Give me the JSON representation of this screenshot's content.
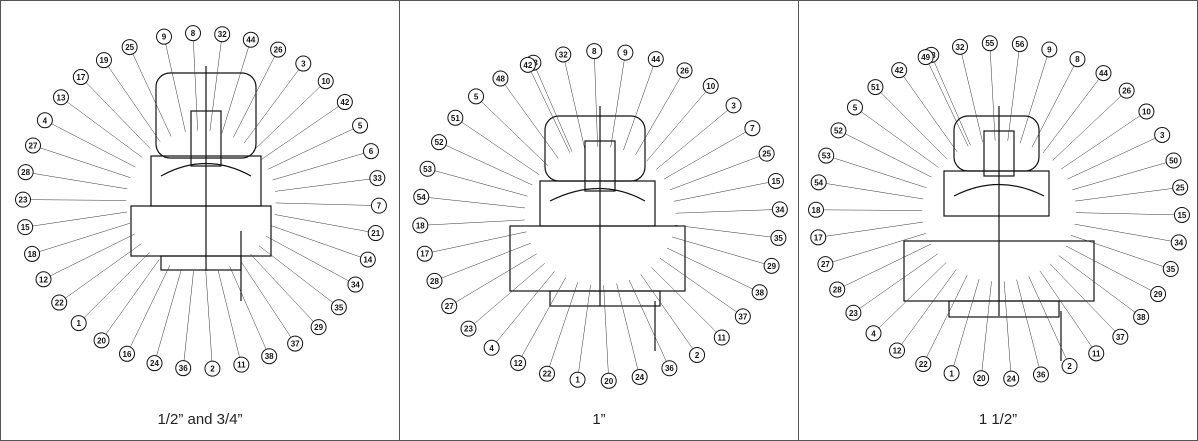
{
  "panels": [
    {
      "caption": "1/2” and 3/4”",
      "callouts": [
        "9",
        "8",
        "32",
        "44",
        "26",
        "3",
        "10",
        "42",
        "5",
        "6",
        "33",
        "7",
        "21",
        "14",
        "34",
        "35",
        "29",
        "37",
        "38",
        "11",
        "2",
        "36",
        "24",
        "16",
        "20",
        "1",
        "22",
        "12",
        "18",
        "15",
        "23",
        "28",
        "27",
        "4",
        "13",
        "17",
        "19",
        "25"
      ]
    },
    {
      "caption": "1”",
      "callouts": [
        "33",
        "32",
        "8",
        "9",
        "44",
        "26",
        "10",
        "3",
        "7",
        "25",
        "15",
        "34",
        "35",
        "29",
        "38",
        "37",
        "11",
        "2",
        "36",
        "24",
        "20",
        "1",
        "22",
        "12",
        "4",
        "23",
        "27",
        "28",
        "17",
        "18",
        "54",
        "53",
        "52",
        "51",
        "5",
        "48",
        "42"
      ]
    },
    {
      "caption": "1 1/2”",
      "callouts": [
        "33",
        "32",
        "55",
        "56",
        "9",
        "8",
        "44",
        "26",
        "10",
        "3",
        "50",
        "25",
        "15",
        "34",
        "35",
        "29",
        "38",
        "37",
        "11",
        "2",
        "36",
        "24",
        "20",
        "1",
        "22",
        "12",
        "4",
        "23",
        "28",
        "27",
        "17",
        "18",
        "54",
        "53",
        "52",
        "5",
        "51",
        "42",
        "49"
      ]
    }
  ]
}
